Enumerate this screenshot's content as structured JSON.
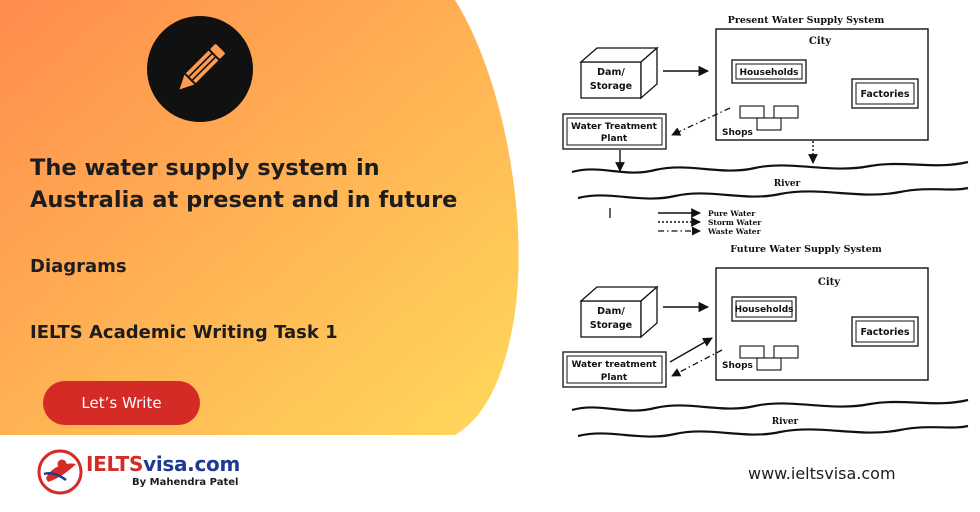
{
  "banner": {
    "title": "The water supply system in Australia at present and in future",
    "category": "Diagrams",
    "subtitle": "IELTS Academic Writing Task 1",
    "cta_label": "Let’s Write",
    "logo": {
      "name_part1": "IELTS",
      "name_part2": "visa.com",
      "byline": "By Mahendra Patel"
    },
    "website": "www.ieltsvisa.com",
    "colors": {
      "gradient_start": "#ff9150",
      "gradient_end": "#ffd75a",
      "cta": "#d42b26",
      "logo_blue": "#1f3a93"
    },
    "icon": "pencil-icon"
  },
  "diagram": {
    "present": {
      "title": "Present Water Supply System",
      "city": "City",
      "households": "Households",
      "factories": "Factories",
      "shops": "Shops",
      "dam_line1": "Dam/",
      "dam_line2": "Storage",
      "plant_line1": "Water Treatment",
      "plant_line2": "Plant",
      "river": "River"
    },
    "legend": {
      "pure": "Pure Water",
      "storm": "Storm Water",
      "waste": "Waste Water"
    },
    "future": {
      "title": "Future Water Supply System",
      "city": "City",
      "households": "Households",
      "factories": "Factories",
      "shops": "Shops",
      "dam_line1": "Dam/",
      "dam_line2": "Storage",
      "plant_line1": "Water treatment",
      "plant_line2": "Plant",
      "river": "River"
    }
  }
}
